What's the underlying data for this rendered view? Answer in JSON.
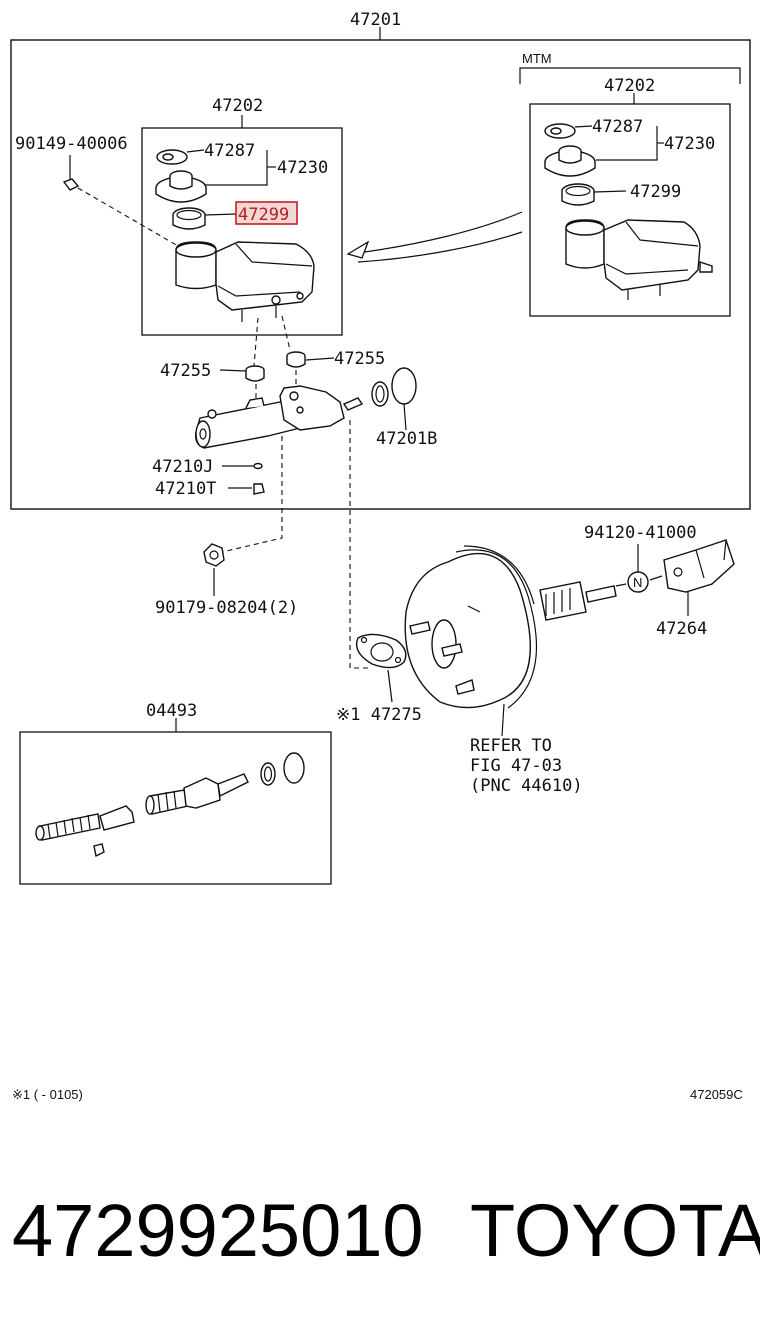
{
  "callouts": {
    "assy": "47201",
    "mtm_tag": "MTM",
    "reservoir_main": "47202",
    "reservoir_mtm": "47202",
    "cap_main": "47287",
    "cap_mtm": "47287",
    "cap_sub_main": "47230",
    "cap_sub_mtm": "47230",
    "strainer_main": "47299",
    "strainer_mtm": "47299",
    "screw": "90149-40006",
    "grommet_left": "47255",
    "grommet_right": "47255",
    "seal_ring": "47201B",
    "plug_j": "47210J",
    "plug_t": "47210T",
    "nut": "90179-08204(2)",
    "clevis_code": "94120-41000",
    "clevis": "47264",
    "gasket": "※1 47275",
    "kit": "04493",
    "refer_1": "REFER TO",
    "refer_2": "FIG 47-03",
    "refer_3": "(PNC 44610)",
    "clevis_nut_letter": "N"
  },
  "footer": {
    "note": "※1 (       - 0105)",
    "figure_code": "472059C",
    "part_number": "4729925010",
    "brand": "TOYOTA"
  },
  "highlight": {
    "part": "47299",
    "color": "#c42020"
  }
}
